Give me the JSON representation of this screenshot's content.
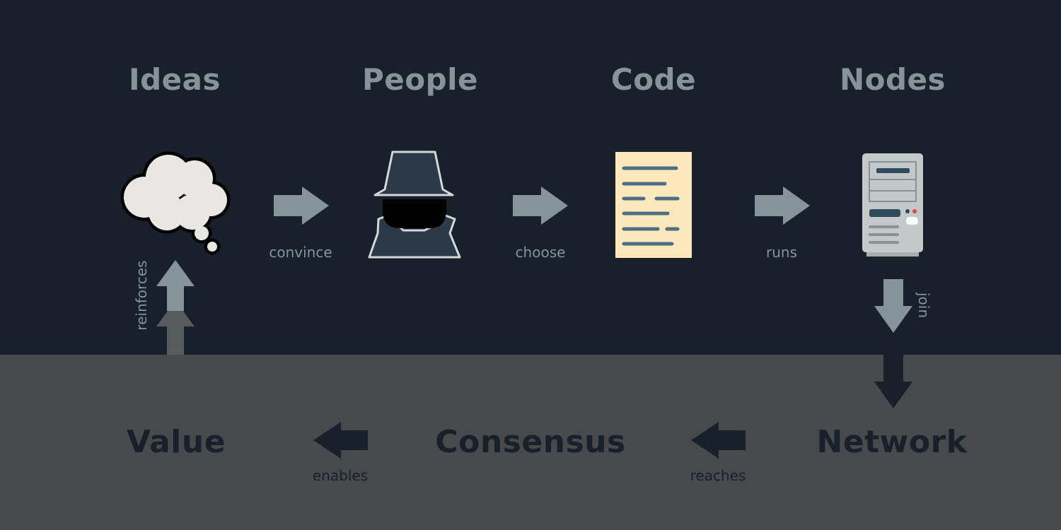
{
  "colors": {
    "top_background": "#18202b",
    "bottom_background": "#48494b",
    "top_text": "#87939b",
    "bottom_text": "#18202b",
    "arrow_light": "#87939b",
    "arrow_dark": "#18202b",
    "arrow_mid": "#595a5c",
    "cloud_fill": "#e8e7e3",
    "document_fill": "#fbe8bd",
    "document_lines": "#4e6e84",
    "server_body": "#c5c9c9",
    "spy_fill": "#2c3a48",
    "spy_outline": "#d5d8d8"
  },
  "top_row": {
    "ideas": {
      "title": "Ideas",
      "icon": "thought-cloud-icon"
    },
    "people": {
      "title": "People",
      "icon": "spy-person-icon"
    },
    "code": {
      "title": "Code",
      "icon": "document-icon"
    },
    "nodes": {
      "title": "Nodes",
      "icon": "server-icon"
    }
  },
  "bottom_row": {
    "value": {
      "title": "Value"
    },
    "consensus": {
      "title": "Consensus"
    },
    "network": {
      "title": "Network"
    }
  },
  "edges": {
    "convince": "convince",
    "choose": "choose",
    "runs": "runs",
    "join": "join",
    "reaches": "reaches",
    "enables": "enables",
    "reinforces": "reinforces"
  }
}
